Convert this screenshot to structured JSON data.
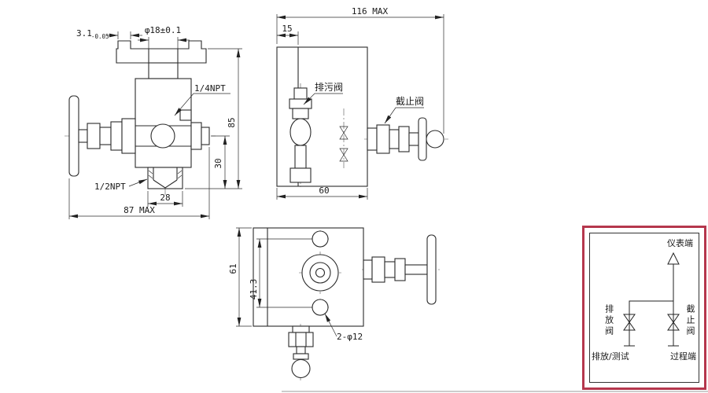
{
  "title": "two-valve-manifold-engineering-drawing",
  "front_view": {
    "tol_base": "3.1",
    "tol_sup": "-0.05",
    "dia": "φ18±0.1",
    "npt_quarter": "1/4NPT",
    "npt_half": "1/2NPT",
    "dim_height": "85",
    "dim_center_to_bottom": "30",
    "dim_port_width": "28",
    "dim_overall_width": "87 MAX"
  },
  "side_view": {
    "dim_overall_width": "116 MAX",
    "dim_flange": "15",
    "label_drain_valve": "排污阀",
    "label_shutoff_valve": "截止阀",
    "dim_body_width": "60"
  },
  "top_view": {
    "dim_body_height": "61",
    "dim_hole_spacing": "41.3",
    "label_holes": "2-φ12"
  },
  "schematic": {
    "frame_color": "#b5374d",
    "label_instrument_end": "仪表端",
    "label_drain_valve": "排放阀",
    "label_shutoff_valve": "截止阀",
    "label_drain_test": "排放/测试",
    "label_process_end": "过程端"
  }
}
